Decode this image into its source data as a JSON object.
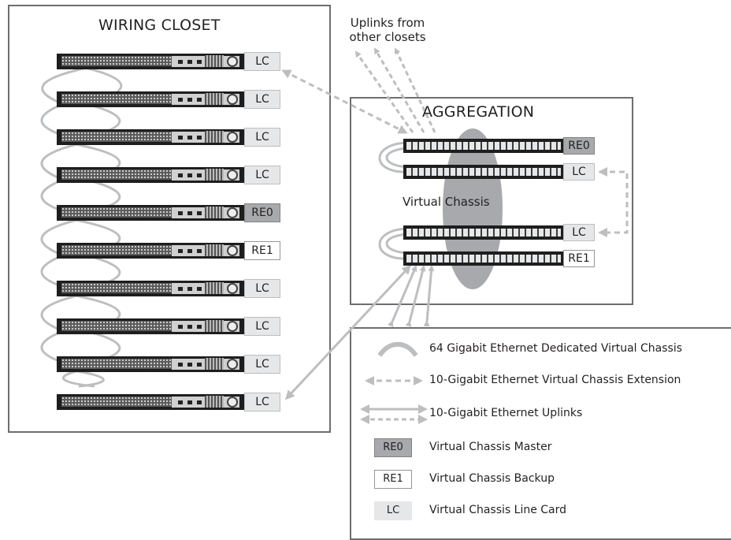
{
  "titles": {
    "wiring_closet": "WIRING CLOSET",
    "aggregation": "AGGREGATION",
    "uplinks_note_line1": "Uplinks from",
    "uplinks_note_line2": "other closets",
    "virtual_chassis": "Virtual Chassis"
  },
  "closet_switches": [
    {
      "role": "LC"
    },
    {
      "role": "LC"
    },
    {
      "role": "LC"
    },
    {
      "role": "LC"
    },
    {
      "role": "RE0"
    },
    {
      "role": "RE1"
    },
    {
      "role": "LC"
    },
    {
      "role": "LC"
    },
    {
      "role": "LC"
    },
    {
      "role": "LC"
    }
  ],
  "aggregation_switches": [
    {
      "role": "RE0"
    },
    {
      "role": "LC"
    },
    {
      "role": "LC"
    },
    {
      "role": "RE1"
    }
  ],
  "legend": {
    "dedicated_vc": "64 Gigabit Ethernet Dedicated Virtual Chassis",
    "vc_extension": "10-Gigabit Ethernet Virtual Chassis Extension",
    "uplinks": "10-Gigabit Ethernet Uplinks",
    "master_swatch": "RE0",
    "master": "Virtual Chassis Master",
    "backup_swatch": "RE1",
    "backup": "Virtual Chassis Backup",
    "linecard_swatch": "LC",
    "linecard": "Virtual Chassis Line Card"
  },
  "colors": {
    "cable": "#bcbec0",
    "ellipse": "#a7a9ac",
    "arrow": "#bcbec0",
    "border": "#6d6e70"
  }
}
